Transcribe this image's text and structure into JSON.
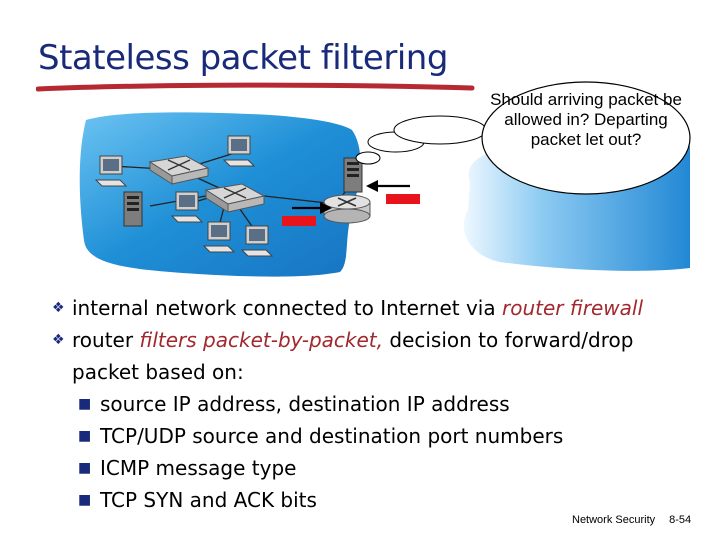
{
  "slide": {
    "title": "Stateless packet filtering",
    "callout": "Should arriving packet be allowed in? Departing packet let out?"
  },
  "bullets": [
    {
      "pre": "internal network connected to Internet via ",
      "emph": "router firewall",
      "post": ""
    },
    {
      "pre": "router ",
      "emph": "filters packet-by-packet,",
      "post": " decision to forward/drop packet based on:"
    }
  ],
  "sub_bullets": [
    "source IP address, destination IP address",
    "TCP/UDP source and destination port numbers",
    "ICMP message type",
    "TCP SYN and ACK bits"
  ],
  "footer": {
    "label": "Network Security",
    "page": "8-54"
  },
  "colors": {
    "title": "#1a2a7a",
    "emphasis": "#a0282e",
    "underline": "#b52a30",
    "network": "#1e8fd6",
    "packet": "#e8141c"
  }
}
